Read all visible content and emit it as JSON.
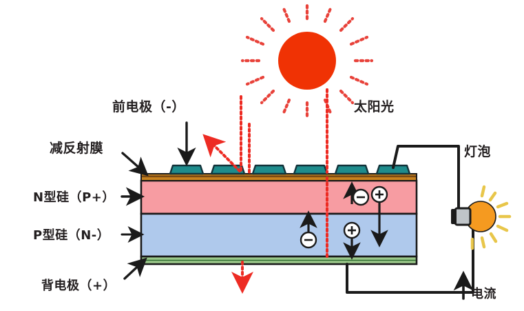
{
  "diagram": {
    "title": "solar-cell-working-principle",
    "labels": {
      "front_electrode": "前电极（-）",
      "anti_reflective_film": "减反射膜",
      "n_type_silicon": "N型硅（P+）",
      "p_type_silicon": "P型硅（N-）",
      "back_electrode": "背电极（+）",
      "sunlight": "太阳光",
      "lamp": "灯泡",
      "current": "电流"
    },
    "carriers": {
      "electron_symbol": "−",
      "hole_symbol": "+",
      "electron_count": 2,
      "hole_count": 2
    },
    "colors": {
      "sun": "#F03204",
      "sun_ray": "#E8423A",
      "light_ray": "#ED2B23",
      "n_layer": "#F79CA2",
      "p_layer": "#AFC9EC",
      "arc_film": "#C8821E",
      "arc_film_dark": "#7A4A14",
      "finger_electrode": "#1E8C8C",
      "back_electrode": "#9CC98B",
      "bulb": "#F59A20",
      "bulb_ray": "#E8C64A",
      "wire": "#1A1A1A",
      "text": "#231F20"
    },
    "counts": {
      "finger_electrodes": 6,
      "sun_rays": 16,
      "bulb_rays": 8
    }
  }
}
